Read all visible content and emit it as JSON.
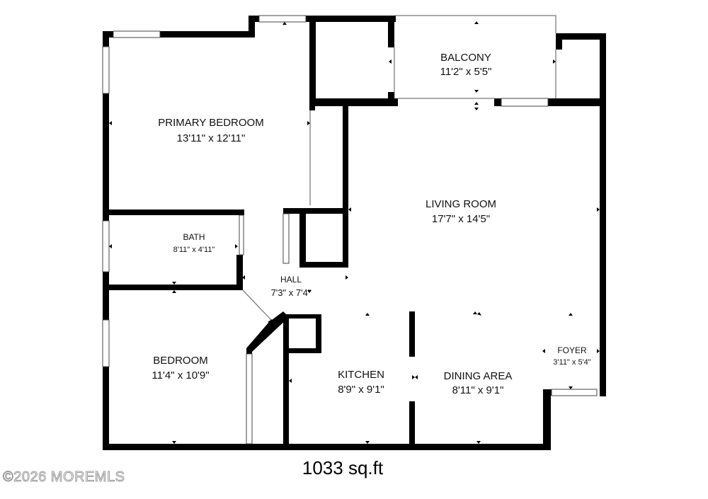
{
  "rooms": {
    "primary_bedroom": {
      "name": "PRIMARY BEDROOM",
      "dims": "13'11\" x 12'11\""
    },
    "balcony": {
      "name": "BALCONY",
      "dims": "11'2\" x 5'5\""
    },
    "living_room": {
      "name": "LIVING ROOM",
      "dims": "17'7\" x 14'5\""
    },
    "bath": {
      "name": "BATH",
      "dims": "8'11\" x 4'11\""
    },
    "hall": {
      "name": "HALL",
      "dims": "7'3\" x 7'4\""
    },
    "bedroom": {
      "name": "BEDROOM",
      "dims": "11'4\" x 10'9\""
    },
    "kitchen": {
      "name": "KITCHEN",
      "dims": "8'9\" x 9'1\""
    },
    "dining_area": {
      "name": "DINING AREA",
      "dims": "8'11\" x 9'1\""
    },
    "foyer": {
      "name": "FOYER",
      "dims": "3'11\" x 5'4\""
    }
  },
  "total_area": "1033 sq.ft",
  "watermark": "©2026 MOREMLS",
  "colors": {
    "wall": "#000000",
    "background": "#ffffff",
    "watermark": "#9a9a9a"
  }
}
